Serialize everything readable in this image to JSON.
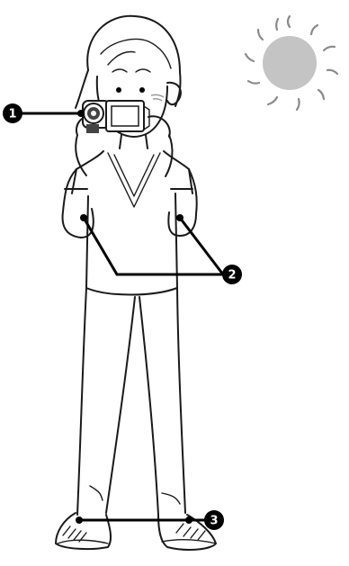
{
  "markers": {
    "m1": "1",
    "m2": "2",
    "m3": "3"
  },
  "colors": {
    "sun": "#c4c4c4",
    "sun_rays": "#8a8a8a",
    "camera": "#444444",
    "lines": "#1a1a1a"
  }
}
